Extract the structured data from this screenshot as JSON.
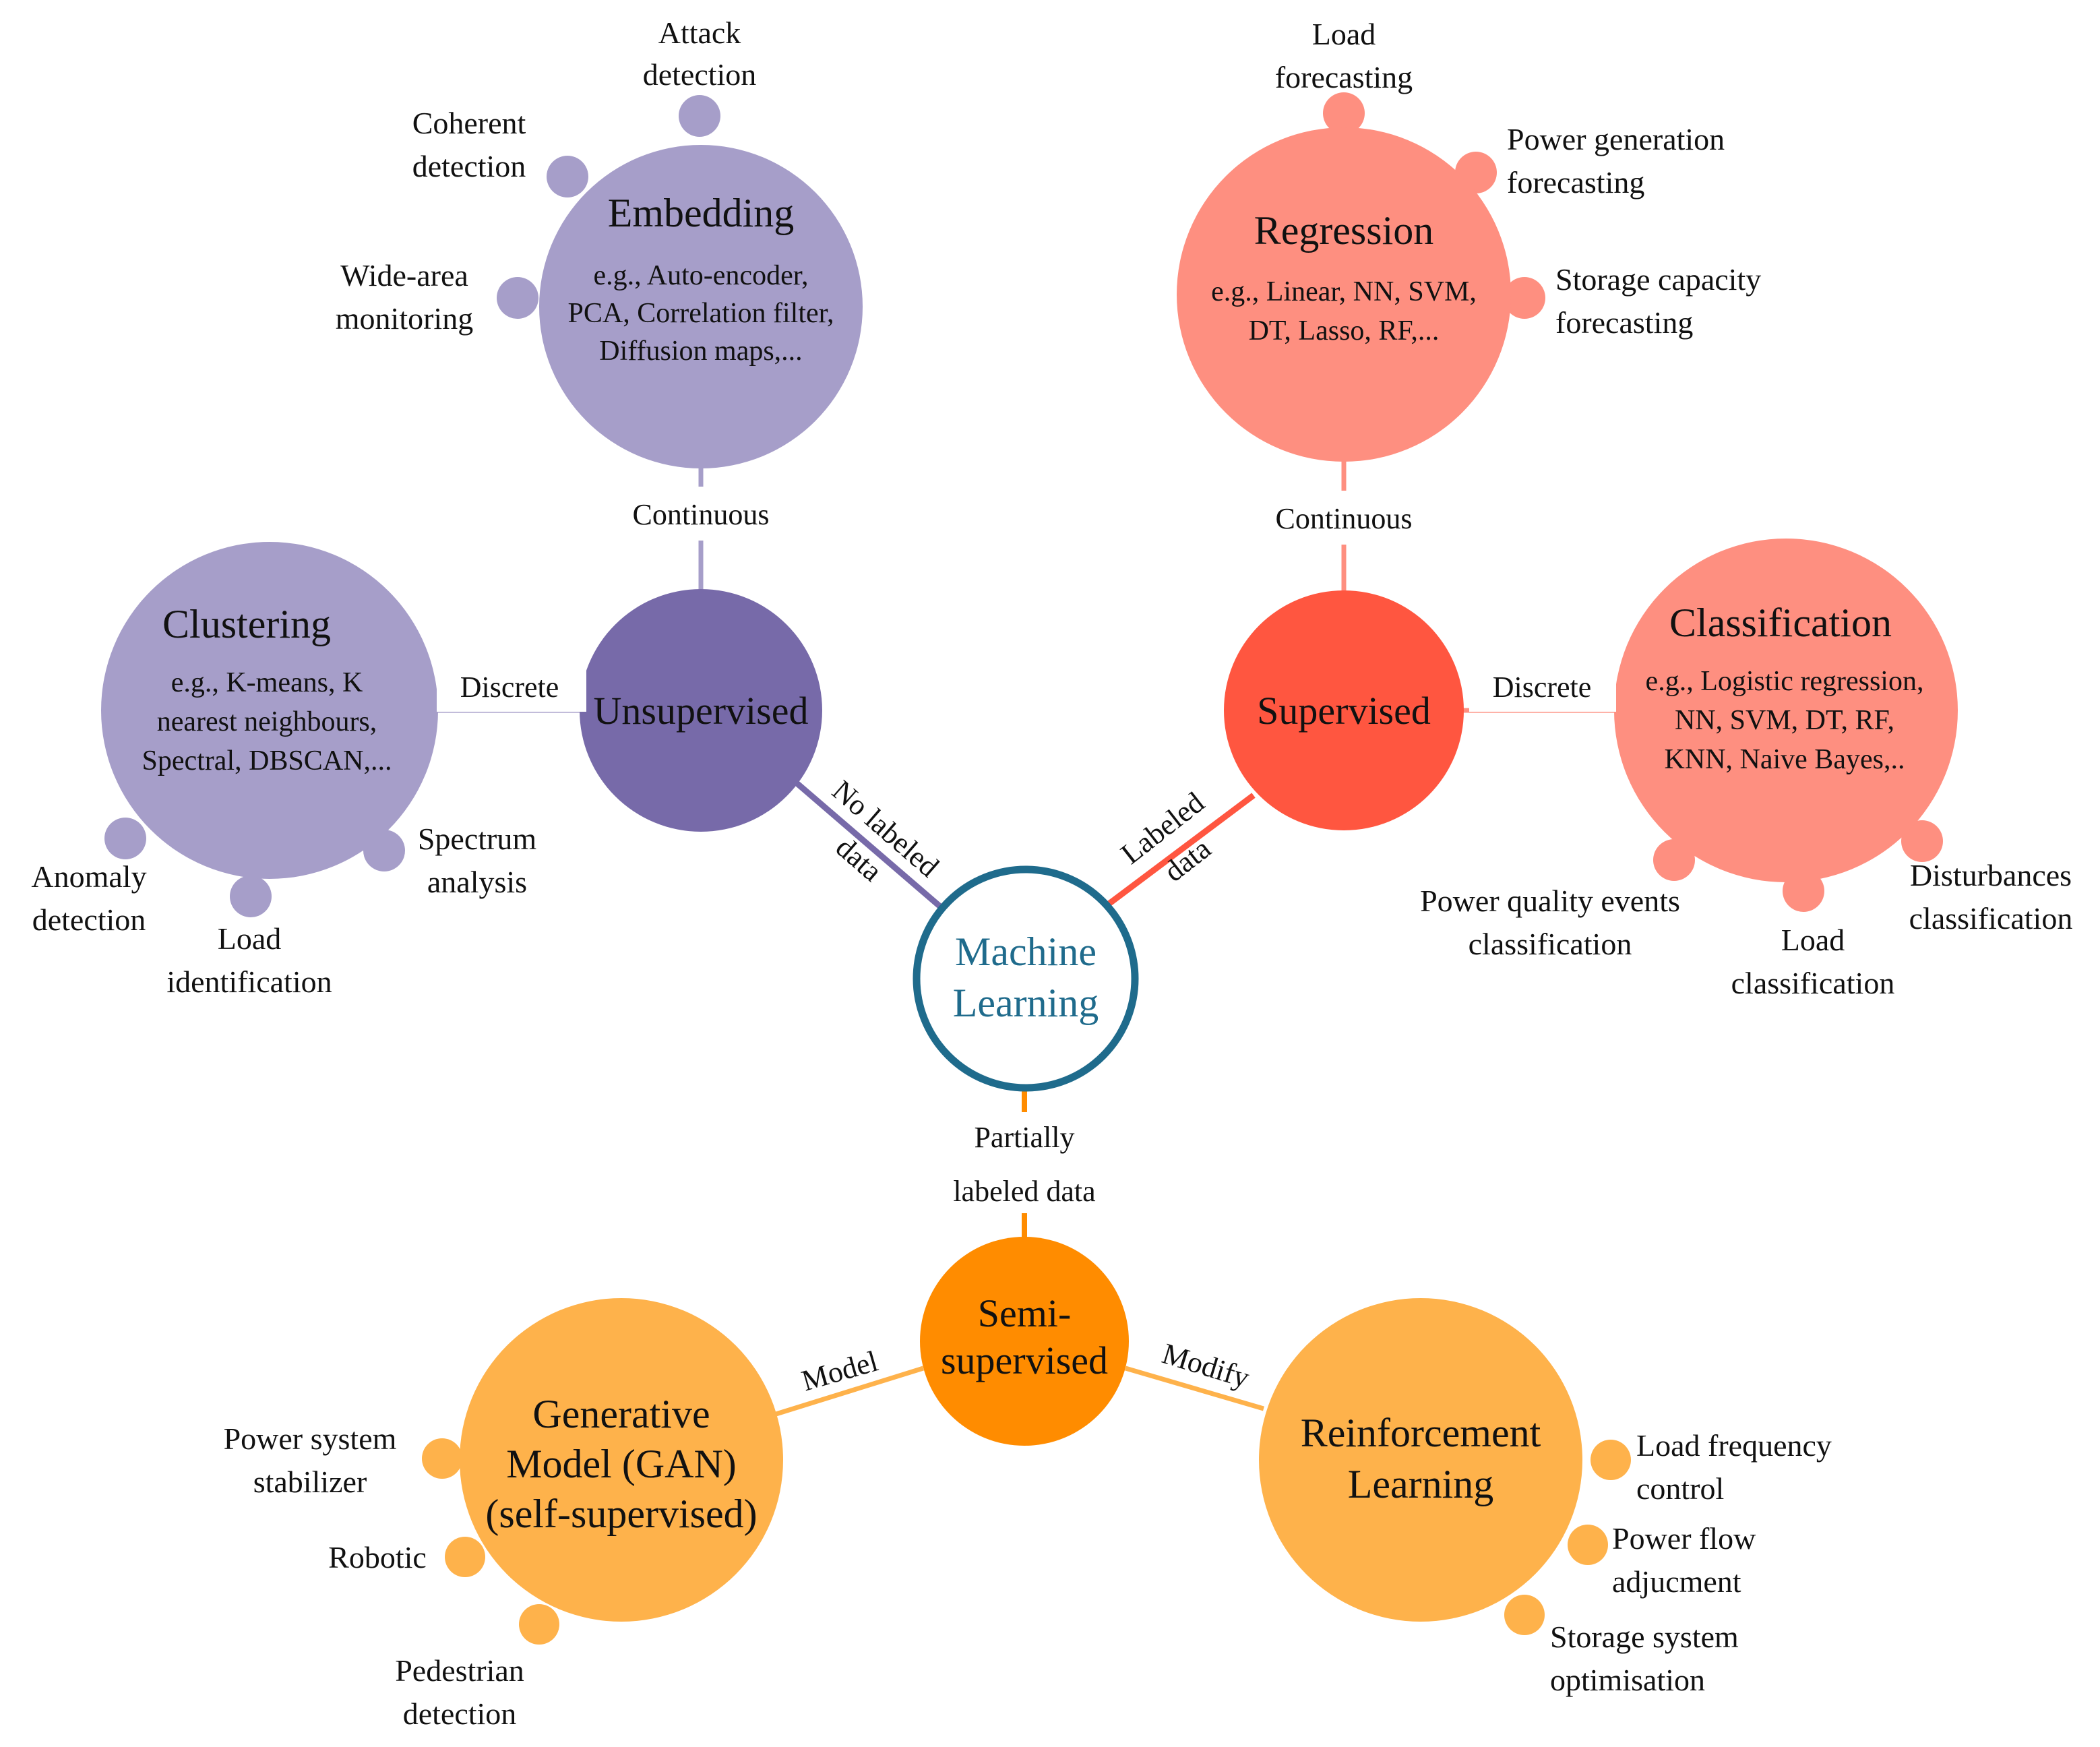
{
  "colors": {
    "unsup_dark": "#776aa9",
    "unsup_light": "#a69ec9",
    "sup_dark": "#ff5640",
    "sup_light": "#fe8f80",
    "semi_dark": "#ff8c00",
    "semi_light": "#feb24b",
    "center_ring": "#1f6b8c"
  },
  "center": {
    "lines": [
      "Machine",
      "Learning"
    ]
  },
  "hubs": {
    "unsupervised": {
      "lines": [
        "Unsupervised"
      ]
    },
    "supervised": {
      "lines": [
        "Supervised"
      ]
    },
    "semi": {
      "lines": [
        "Semi-",
        "supervised"
      ]
    }
  },
  "edge_labels": {
    "unsup_center": [
      "No labeled",
      "data"
    ],
    "sup_center": [
      "Labeled",
      "data"
    ],
    "semi_center": [
      "Partially",
      "labeled data"
    ],
    "unsup_embedding": [
      "Continuous"
    ],
    "unsup_clustering": [
      "Discrete"
    ],
    "sup_regression": [
      "Continuous"
    ],
    "sup_classification": [
      "Discrete"
    ],
    "semi_generative": [
      "Model"
    ],
    "semi_reinforcement": [
      "Modify"
    ]
  },
  "categories": {
    "embedding": {
      "title": [
        "Embedding"
      ],
      "body": [
        "e.g., Auto-encoder,",
        "PCA, Correlation filter,",
        "Diffusion maps,..."
      ]
    },
    "clustering": {
      "title": [
        "Clustering"
      ],
      "body": [
        "e.g., K-means, K",
        "nearest neighbours,",
        "Spectral, DBSCAN,..."
      ]
    },
    "regression": {
      "title": [
        "Regression"
      ],
      "body": [
        "e.g., Linear, NN, SVM,",
        "DT, Lasso, RF,..."
      ]
    },
    "classification": {
      "title": [
        "Classification"
      ],
      "body": [
        "e.g., Logistic regression,",
        "NN, SVM, DT, RF,",
        "KNN, Naive Bayes,.."
      ]
    },
    "generative": {
      "title": [
        "Generative",
        "Model (GAN)",
        "(self-supervised)"
      ],
      "body": []
    },
    "reinforcement": {
      "title": [
        "Reinforcement",
        "Learning"
      ],
      "body": []
    }
  },
  "applications": {
    "attack": [
      "Attack",
      "detection"
    ],
    "coherent": [
      "Coherent",
      "detection"
    ],
    "widearea": [
      "Wide-area",
      "monitoring"
    ],
    "anomaly": [
      "Anomaly",
      "detection"
    ],
    "loadid": [
      "Load",
      "identification"
    ],
    "spectrum": [
      "Spectrum",
      "analysis"
    ],
    "loadfc": [
      "Load",
      "forecasting"
    ],
    "powergen": [
      "Power generation",
      "forecasting"
    ],
    "storagecap": [
      "Storage capacity",
      "forecasting"
    ],
    "pq": [
      "Power quality events",
      "classification"
    ],
    "loadcls": [
      "Load",
      "classification"
    ],
    "disturb": [
      "Disturbances",
      "classification"
    ],
    "pss": [
      "Power system",
      "stabilizer"
    ],
    "robotic": [
      "Robotic"
    ],
    "pedestrian": [
      "Pedestrian",
      "detection"
    ],
    "lfc": [
      "Load frequency",
      "control"
    ],
    "pflow": [
      "Power flow",
      "adjucment"
    ],
    "storageopt": [
      "Storage system",
      "optimisation"
    ]
  }
}
